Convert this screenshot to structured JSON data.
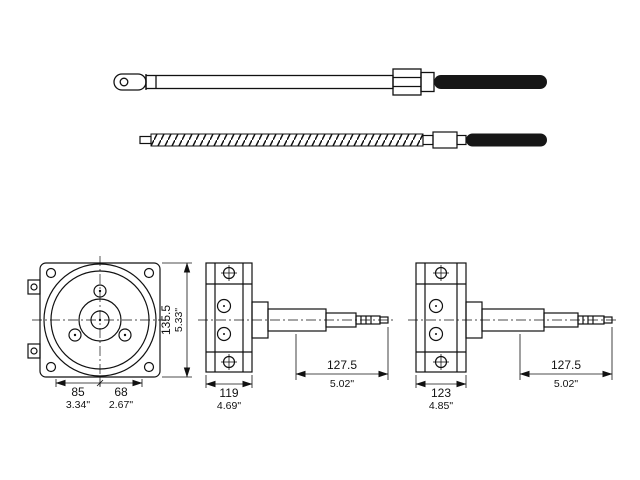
{
  "dimensions": {
    "helm": {
      "width_left_mm": "85",
      "width_left_in": "3.34\"",
      "width_right_mm": "68",
      "width_right_in": "2.67\"",
      "height_mm": "135.5",
      "height_in": "5.33\""
    },
    "bracket_a": {
      "width_mm": "119",
      "width_in": "4.69\"",
      "travel_mm": "127.5",
      "travel_in": "5.02\""
    },
    "bracket_b": {
      "width_mm": "123",
      "width_in": "4.85\"",
      "travel_mm": "127.5",
      "travel_in": "5.02\""
    }
  }
}
